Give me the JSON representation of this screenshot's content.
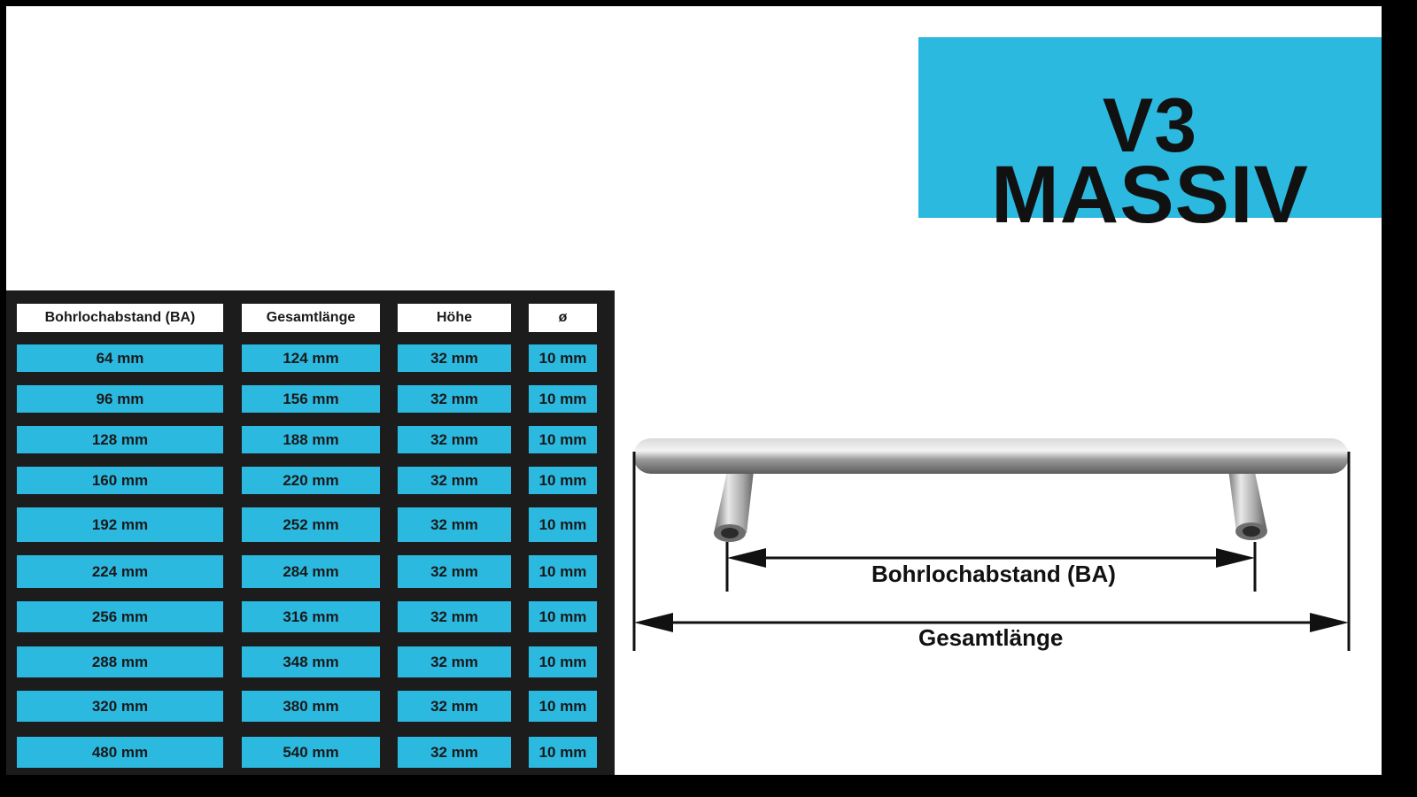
{
  "brand": {
    "line1": "V3",
    "line2": "MASSIV",
    "color": "#2cb9e0"
  },
  "table": {
    "headers": [
      "Bohrlochabstand (BA)",
      "Gesamtlänge",
      "Höhe",
      "ø"
    ],
    "rows": [
      [
        "64 mm",
        "124 mm",
        "32 mm",
        "10 mm"
      ],
      [
        "96 mm",
        "156 mm",
        "32 mm",
        "10 mm"
      ],
      [
        "128 mm",
        "188 mm",
        "32 mm",
        "10 mm"
      ],
      [
        "160 mm",
        "220 mm",
        "32 mm",
        "10 mm"
      ],
      [
        "192 mm",
        "252 mm",
        "32 mm",
        "10 mm"
      ],
      [
        "224 mm",
        "284 mm",
        "32 mm",
        "10 mm"
      ],
      [
        "256 mm",
        "316 mm",
        "32 mm",
        "10 mm"
      ],
      [
        "288 mm",
        "348 mm",
        "32 mm",
        "10 mm"
      ],
      [
        "320 mm",
        "380 mm",
        "32 mm",
        "10 mm"
      ],
      [
        "480 mm",
        "540 mm",
        "32 mm",
        "10 mm"
      ]
    ]
  },
  "diagram": {
    "hole_distance_label": "Bohrlochabstand (BA)",
    "total_length_label": "Gesamtlänge"
  }
}
